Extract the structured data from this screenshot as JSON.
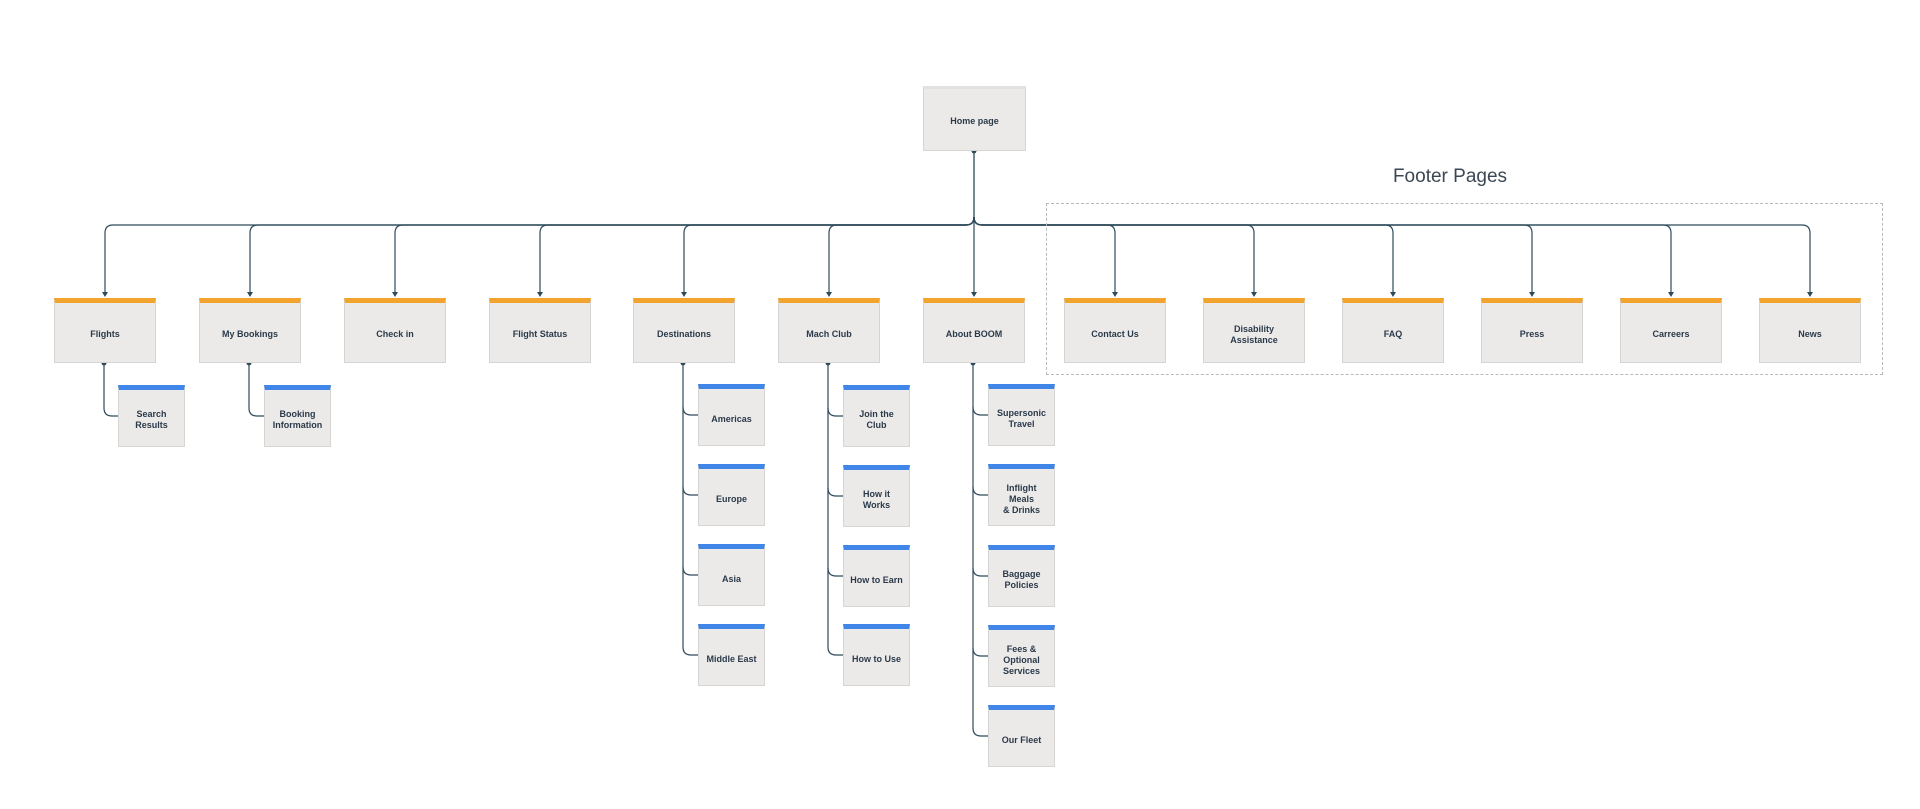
{
  "diagram": {
    "footer_group_label": "Footer Pages",
    "colors": {
      "top_level_accent": "#f2a42f",
      "child_accent": "#3f86e8",
      "node_fill": "#ebeae9",
      "connector": "#2d4a5a"
    },
    "root": {
      "label": "Home page"
    },
    "top_level": [
      {
        "label": "Flights",
        "children": [
          "Search Results"
        ]
      },
      {
        "label": "My Bookings",
        "children": [
          "Booking\nInformation"
        ]
      },
      {
        "label": "Check in",
        "children": []
      },
      {
        "label": "Flight Status",
        "children": []
      },
      {
        "label": "Destinations",
        "children": [
          "Americas",
          "Europe",
          "Asia",
          "Middle East"
        ]
      },
      {
        "label": "Mach Club",
        "children": [
          "Join the Club",
          "How it Works",
          "How to Earn",
          "How to Use"
        ]
      },
      {
        "label": "About BOOM",
        "children": [
          "Supersonic\nTravel",
          "Inflight Meals\n& Drinks",
          "Baggage\nPolicies",
          "Fees &\nOptional\nServices",
          "Our Fleet"
        ]
      },
      {
        "label": "Contact Us",
        "children": []
      },
      {
        "label": "Disability Assistance",
        "children": []
      },
      {
        "label": "FAQ",
        "children": []
      },
      {
        "label": "Press",
        "children": []
      },
      {
        "label": "Carreers",
        "children": []
      },
      {
        "label": "News",
        "children": []
      }
    ]
  }
}
